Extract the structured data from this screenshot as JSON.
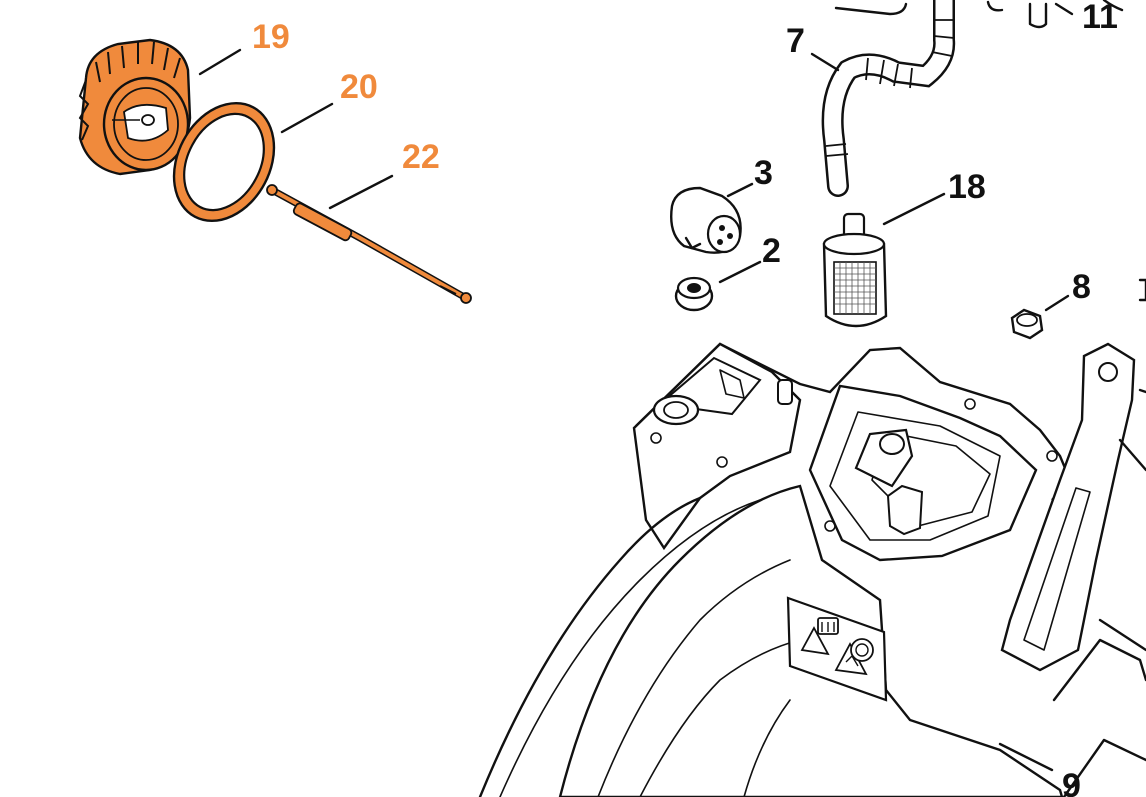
{
  "colors": {
    "highlight": "#f08a3c",
    "ink": "#111111",
    "background": "#ffffff"
  },
  "callouts": {
    "c19": "19",
    "c20": "20",
    "c22": "22",
    "c7": "7",
    "c11": "11",
    "c3": "3",
    "c18": "18",
    "c2": "2",
    "c8": "8",
    "c9": "9"
  },
  "highlighted_parts": [
    "19",
    "20",
    "22"
  ],
  "icons": [
    "manual-warning-icon",
    "hazard-warning-icon",
    "circle-symbol-icon"
  ]
}
